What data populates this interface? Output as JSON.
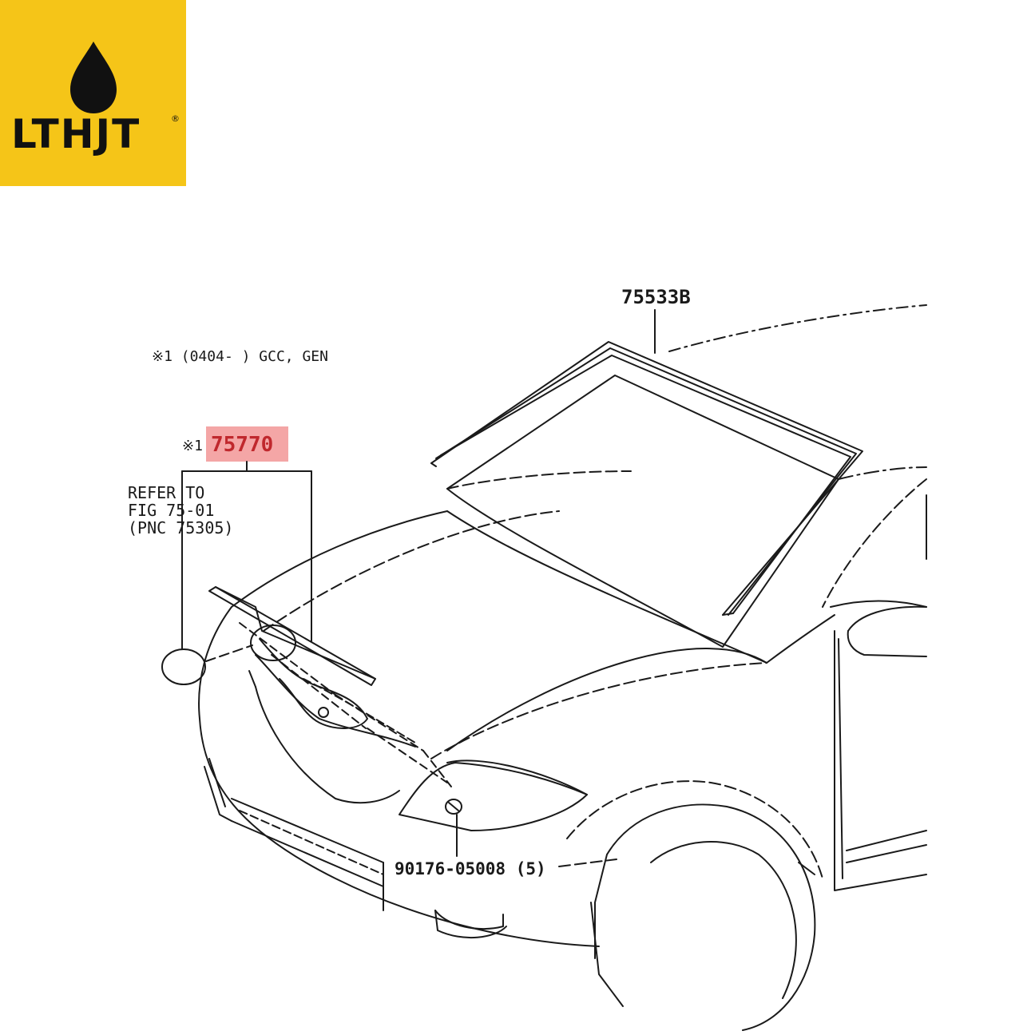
{
  "logo": {
    "text": "LTHJT",
    "registered_mark": "®",
    "icon": "oil-drop-icon",
    "background_color": "#f5c518"
  },
  "callouts": {
    "windshield_molding": "75533B",
    "applicability_note": "※1 (0404-      )   GCC, GEN",
    "highlighted_part_prefix": "※1",
    "highlighted_part": "75770",
    "refer_to": {
      "line1": "REFER  TO",
      "line2": "FIG   75-01",
      "line3": "(PNC 75305)"
    },
    "clip_part": "90176-05008 (5)"
  },
  "colors": {
    "highlight": "#f4a6a6",
    "highlight_text": "#c0282d",
    "line": "#1a1a1a"
  }
}
